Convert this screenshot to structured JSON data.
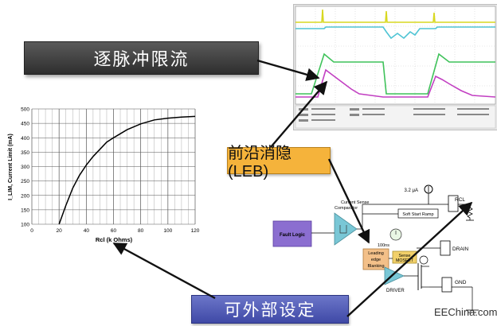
{
  "labels": {
    "current_limit": "逐脉冲限流",
    "leb": "前沿消隐(LEB)",
    "external_set": "可外部设定"
  },
  "chart_data": {
    "type": "line",
    "title": "",
    "xlabel": "Rcl (k Ohms)",
    "ylabel": "I_LIM, Current Limit (mA)",
    "xlim": [
      0,
      120
    ],
    "ylim": [
      100,
      500
    ],
    "x_ticks": [
      0,
      20,
      40,
      60,
      80,
      100,
      120
    ],
    "y_ticks": [
      100,
      150,
      200,
      250,
      300,
      350,
      400,
      450,
      500
    ],
    "grid": true,
    "series": [
      {
        "x": [
          20,
          25,
          30,
          35,
          40,
          45,
          50,
          55,
          60,
          70,
          80,
          90,
          100,
          110,
          120
        ],
        "y": [
          100,
          165,
          225,
          270,
          305,
          335,
          360,
          385,
          400,
          428,
          448,
          462,
          468,
          472,
          474
        ]
      }
    ]
  },
  "circuit": {
    "current_source": "3.2 μA",
    "rcl": "RCL",
    "soft_start": "Soft Start Ramp",
    "current_sense": "Current Sense",
    "comparator": "Comparator",
    "fault_logic": "Fault Logic",
    "delay": "100ns",
    "leb_block": [
      "Leading",
      "edge",
      "Blanking"
    ],
    "sense_mosfet": [
      "Sense",
      "MOSFET"
    ],
    "drain": "DRAIN",
    "driver": "DRIVER",
    "gnd": "GND"
  },
  "colors": {
    "dark_label": "#3a3a3a",
    "orange_label": "#f5b33b",
    "blue_label": "#4e58b5",
    "fault_logic": "#8b6ed0",
    "comparator": "#79c7d6",
    "leb": "#f3c089",
    "sense_mosfet": "#f1d06a"
  },
  "watermark": "EEChina.com"
}
